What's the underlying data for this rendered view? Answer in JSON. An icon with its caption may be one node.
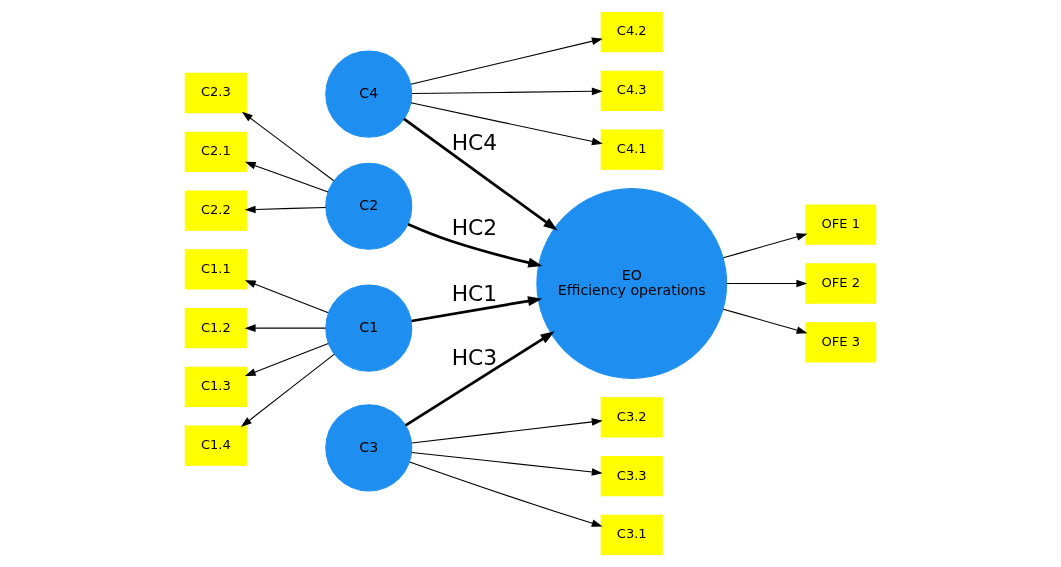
{
  "diagram": {
    "nodes": [
      {
        "text": [
          "OFE 1"
        ]
      },
      {
        "text": [
          "OFE 2"
        ]
      },
      {
        "text": [
          "OFE 3"
        ]
      },
      {
        "text": [
          "C1.1"
        ]
      },
      {
        "text": [
          "C1.2"
        ]
      },
      {
        "text": [
          "C1.3"
        ]
      },
      {
        "text": [
          "C1.4"
        ]
      },
      {
        "text": [
          "C1"
        ]
      },
      {
        "text": [
          "EO",
          "Efficiency operations"
        ]
      },
      {
        "text": [
          "C4"
        ]
      },
      {
        "text": [
          "C4.1"
        ]
      },
      {
        "text": [
          "C4.2"
        ]
      },
      {
        "text": [
          "C4.3"
        ]
      },
      {
        "text": [
          "C2.1"
        ]
      },
      {
        "text": [
          "C2.2"
        ]
      },
      {
        "text": [
          "C2.3"
        ]
      },
      {
        "text": [
          "C2"
        ]
      },
      {
        "text": [
          "C3"
        ]
      },
      {
        "text": [
          "C3.1"
        ]
      },
      {
        "text": [
          "C3.2"
        ]
      },
      {
        "text": [
          "C3.3"
        ]
      }
    ],
    "edges": [
      {
        "from": 7,
        "to": 3,
        "arrow": "to"
      },
      {
        "from": 7,
        "to": 4,
        "arrow": "to"
      },
      {
        "from": 7,
        "to": 5,
        "arrow": "to"
      },
      {
        "from": 7,
        "to": 6,
        "arrow": "to"
      },
      {
        "from": 8,
        "to": 0,
        "arrow": "to"
      },
      {
        "from": 8,
        "to": 1,
        "arrow": "to"
      },
      {
        "from": 8,
        "to": 2,
        "arrow": "to"
      },
      {
        "from": 7,
        "to": 8,
        "arrow": "to",
        "label": "HC1",
        "style": "thick"
      },
      {
        "from": 9,
        "to": 8,
        "arrow": "to",
        "label": "HC4",
        "style": "thick"
      },
      {
        "from": 9,
        "to": 10,
        "arrow": "to"
      },
      {
        "from": 9,
        "to": 11,
        "arrow": "to"
      },
      {
        "from": 9,
        "to": 12,
        "arrow": "to"
      },
      {
        "from": 16,
        "to": 13,
        "arrow": "to"
      },
      {
        "from": 16,
        "to": 14,
        "arrow": "to"
      },
      {
        "from": 16,
        "to": 15,
        "arrow": "to"
      },
      {
        "from": 16,
        "to": 8,
        "arrow": "to",
        "label": "HC2",
        "style": "thick"
      },
      {
        "from": 17,
        "to": 8,
        "arrow": "to",
        "label": "HC3",
        "style": "thick"
      },
      {
        "from": 17,
        "to": 18,
        "arrow": "to"
      },
      {
        "from": 17,
        "to": 19,
        "arrow": "to"
      },
      {
        "from": 17,
        "to": 20,
        "arrow": "to"
      }
    ]
  }
}
